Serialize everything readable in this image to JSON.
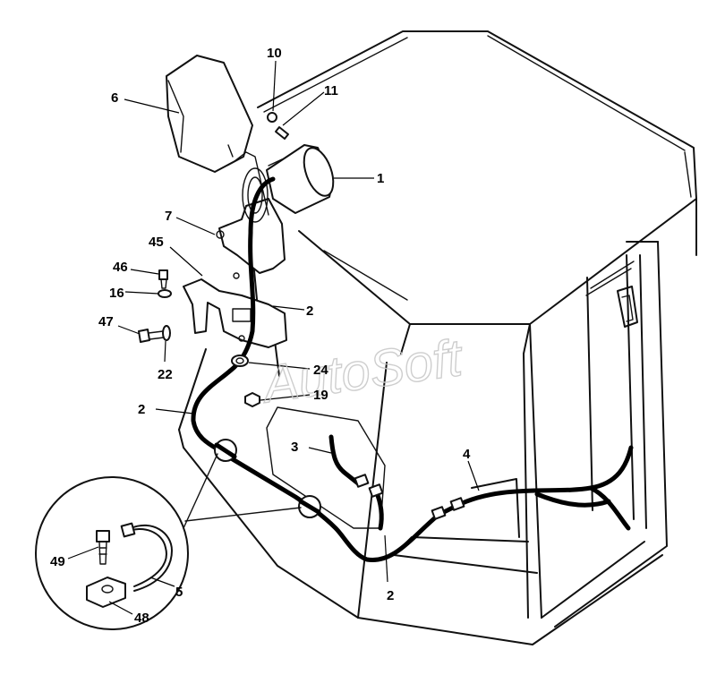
{
  "watermark": "AutoSoft",
  "callouts": {
    "c1": "1",
    "c2a": "2",
    "c2b": "2",
    "c2c": "2",
    "c3": "3",
    "c4": "4",
    "c5": "5",
    "c6": "6",
    "c7": "7",
    "c10": "10",
    "c11": "11",
    "c16": "16",
    "c19": "19",
    "c22": "22",
    "c24": "24",
    "c45": "45",
    "c46": "46",
    "c47": "47",
    "c48": "48",
    "c49": "49"
  }
}
